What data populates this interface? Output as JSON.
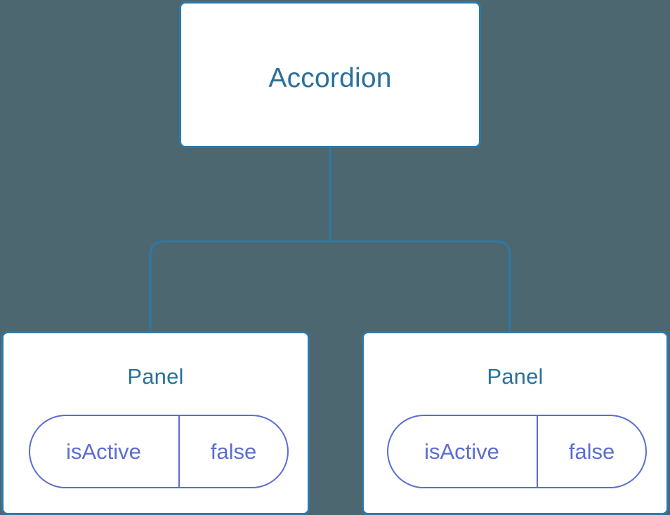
{
  "diagram": {
    "type": "component-tree",
    "background_color": "#4c676f",
    "node_border_color": "#2e79a8",
    "node_fill_color": "#ffffff",
    "node_title_color": "#2b709b",
    "connector_color": "#2e79a8",
    "pill_border_color": "#5b6cd4",
    "pill_text_color": "#5b6cd4",
    "root": {
      "title": "Accordion"
    },
    "children": [
      {
        "title": "Panel",
        "state": {
          "key": "isActive",
          "value": "false"
        }
      },
      {
        "title": "Panel",
        "state": {
          "key": "isActive",
          "value": "false"
        }
      }
    ]
  }
}
